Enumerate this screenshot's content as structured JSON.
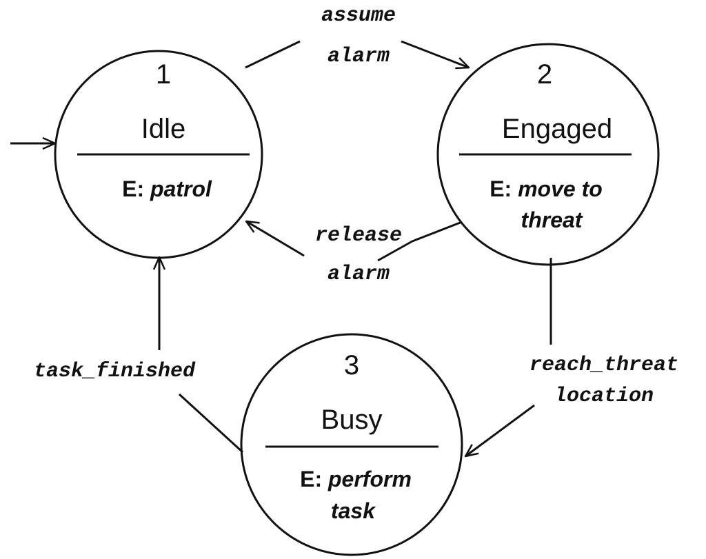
{
  "diagram": {
    "states": [
      {
        "number": "1",
        "name": "Idle",
        "entry_label": "E:",
        "entry_action_line1": "patrol",
        "entry_action_line2": ""
      },
      {
        "number": "2",
        "name": "Engaged",
        "entry_label": "E:",
        "entry_action_line1": "move to",
        "entry_action_line2": "threat"
      },
      {
        "number": "3",
        "name": "Busy",
        "entry_label": "E:",
        "entry_action_line1": "perform",
        "entry_action_line2": "task"
      }
    ],
    "transitions": [
      {
        "from": "1",
        "to": "2",
        "label_line1": "assume",
        "label_line2": "alarm"
      },
      {
        "from": "2",
        "to": "1",
        "label_line1": "release",
        "label_line2": "alarm"
      },
      {
        "from": "2",
        "to": "3",
        "label_line1": "reach_threat",
        "label_line2": "location"
      },
      {
        "from": "3",
        "to": "1",
        "label_line1": "task_finished",
        "label_line2": ""
      }
    ],
    "initial_state": "1"
  }
}
